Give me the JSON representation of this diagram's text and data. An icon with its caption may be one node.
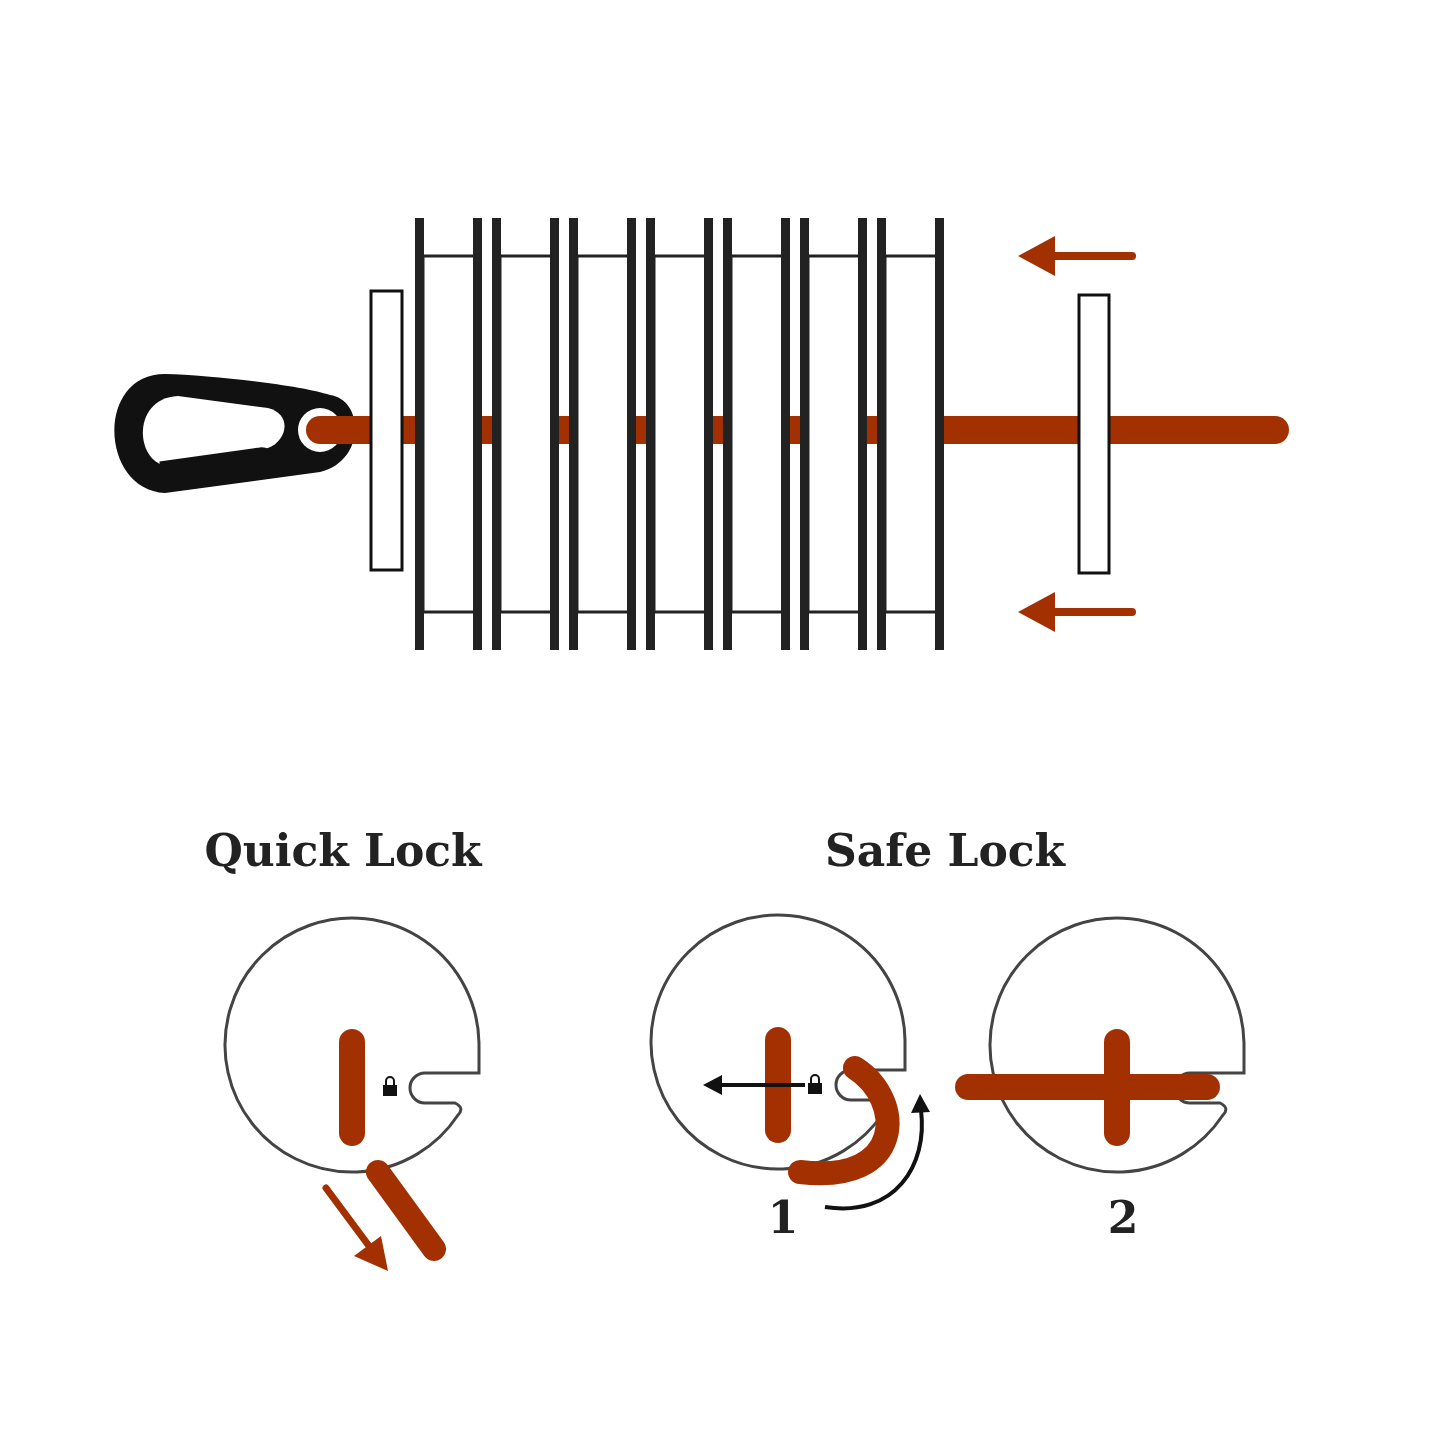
{
  "diagram": {
    "labels": [
      "Quick Lock",
      "Safe Lock",
      "1",
      "2"
    ]
  }
}
